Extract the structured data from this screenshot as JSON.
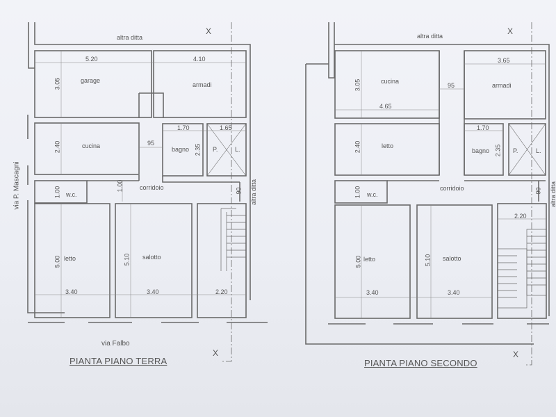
{
  "plans": [
    {
      "title": "PIANTA PIANO TERRA",
      "neighbors": {
        "top": "altra ditta",
        "right": "altra ditta",
        "left_street": "via P. Mascagni",
        "bottom_street": "via Falbo"
      },
      "section_marker": "X",
      "rooms": [
        {
          "name": "garage",
          "width": "5.20",
          "depth": "3.05"
        },
        {
          "name": "armadi",
          "width": "4.10"
        },
        {
          "name": "cucina",
          "depth": "2.40"
        },
        {
          "name": "bagno",
          "width": "1.70",
          "depth": "2.35"
        },
        {
          "name": "P.",
          "label2": "L.",
          "width": "1.65"
        },
        {
          "name": "w.c.",
          "depth": "1.00"
        },
        {
          "name": "corridoio",
          "depth": "1.00",
          "passage": "95",
          "side": "90"
        },
        {
          "name": "letto",
          "width": "3.40",
          "depth": "5.00"
        },
        {
          "name": "salotto",
          "width": "3.40",
          "depth": "5.10"
        },
        {
          "name": "stairs",
          "width": "2.20"
        }
      ]
    },
    {
      "title": "PIANTA PIANO SECONDO",
      "neighbors": {
        "top": "altra ditta",
        "right": "altra ditta"
      },
      "section_marker": "X",
      "rooms": [
        {
          "name": "cucina",
          "width": "4.65",
          "depth": "3.05"
        },
        {
          "name": "armadi",
          "width": "3.65"
        },
        {
          "name": "letto",
          "depth": "2.40"
        },
        {
          "name": "bagno",
          "width": "1.70",
          "depth": "2.35"
        },
        {
          "name": "P.",
          "label2": "L."
        },
        {
          "name": "w.c.",
          "depth": "1.00"
        },
        {
          "name": "corridoio",
          "passage": "95",
          "side": "90"
        },
        {
          "name": "letto",
          "width": "3.40",
          "depth": "5.00"
        },
        {
          "name": "salotto",
          "width": "3.40",
          "depth": "5.10"
        },
        {
          "name": "stairs",
          "width": "2.20"
        }
      ]
    }
  ]
}
